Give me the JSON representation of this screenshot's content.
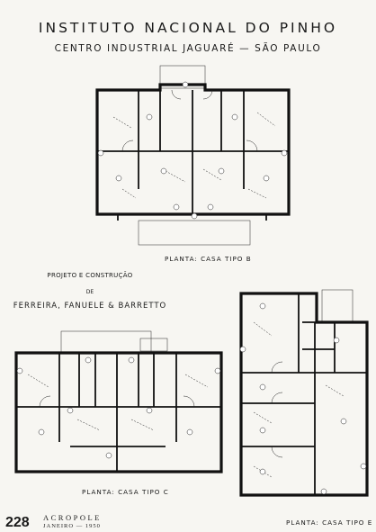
{
  "heading": {
    "title": "INSTITUTO NACIONAL DO PINHO",
    "subtitle": "CENTRO INDUSTRIAL JAGUARÉ — SÃO PAULO"
  },
  "credits": {
    "project": "PROJETO E CONSTRUÇÃO",
    "de": "DE",
    "names": "FERREIRA, FANUELE & BARRETTO"
  },
  "plans": {
    "b_caption": "PLANTA: CASA TIPO B",
    "c_caption": "PLANTA: CASA TIPO C",
    "e_caption": "PLANTA: CASA TIPO E"
  },
  "footer": {
    "page_number": "228",
    "magazine": "ACROPOLE",
    "date": "JANEIRO — 1950"
  }
}
